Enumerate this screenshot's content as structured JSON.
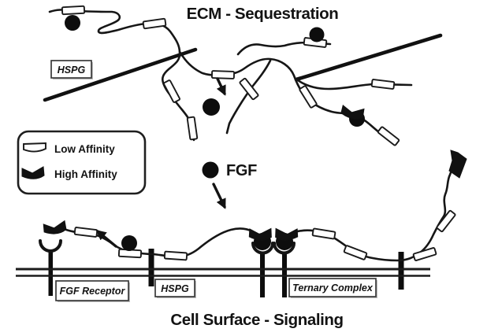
{
  "titles": {
    "ecm": "ECM - Sequestration",
    "cell_surface": "Cell Surface - Signaling"
  },
  "legend": {
    "low_affinity": "Low Affinity",
    "high_affinity": "High Affinity"
  },
  "labels": {
    "hspg_ecm": "HSPG",
    "fgf": "FGF",
    "fgf_receptor": "FGF Receptor",
    "hspg_membrane": "HSPG",
    "ternary_complex": "Ternary Complex"
  },
  "colors": {
    "ink": "#161616",
    "paper": "#ffffff"
  }
}
